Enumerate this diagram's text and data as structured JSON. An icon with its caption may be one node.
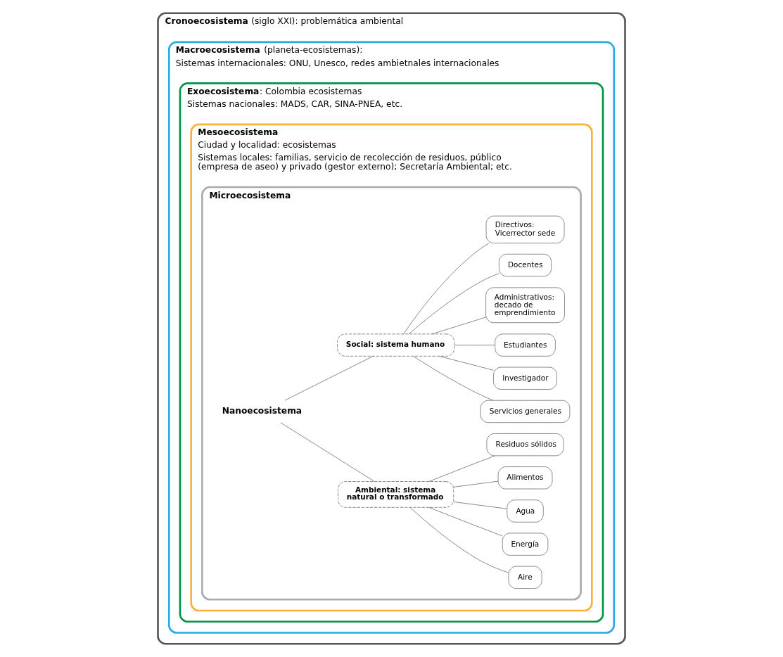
{
  "diagram": {
    "nodes": [
      {
        "text": [
          "**Cronoecosistema** (siglo XXI): problemática ambiental"
        ]
      },
      {
        "text": [
          "**Macroecosistema** (planeta-ecosistemas):",
          "Sistemas internacionales: ONU, Unesco, redes ambietnales internacionales"
        ],
        "in": 0
      },
      {
        "text": [
          "**Exoecosistema**: Colombia ecosistemas",
          "Sistemas nacionales: MADS, CAR, SINA-PNEA, etc."
        ],
        "in": 1
      },
      {
        "text": [
          "**Mesoecosistema**",
          "Ciudad y localidad: ecosistemas",
          "Sistemas locales: familias, servicio de recolección de residuos, público (empresa de aseo) y privado (gestor externo); Secretaría Ambiental; etc."
        ],
        "in": 2
      },
      {
        "text": [
          "**Microecosistema**"
        ],
        "in": 3
      },
      {
        "text": [
          "**Nanoecosistema**"
        ],
        "in": 4
      },
      {
        "text": [
          "**Social: sistema humano**"
        ],
        "in": 4
      },
      {
        "text": [
          "**Ambiental: sistema natural o transformado**"
        ],
        "in": 4
      },
      {
        "text": [
          "Directivos: Vicerrector sede"
        ],
        "in": 4
      },
      {
        "text": [
          "Docentes"
        ],
        "in": 4
      },
      {
        "text": [
          "Administrativos: decado de emprendimiento"
        ],
        "in": 4
      },
      {
        "text": [
          "Estudiantes"
        ],
        "in": 4
      },
      {
        "text": [
          "Investigador"
        ],
        "in": 4
      },
      {
        "text": [
          "Servicios generales"
        ],
        "in": 4
      },
      {
        "text": [
          "Residuos sólidos"
        ],
        "in": 4
      },
      {
        "text": [
          "Alimentos"
        ],
        "in": 4
      },
      {
        "text": [
          "Agua"
        ],
        "in": 4
      },
      {
        "text": [
          "Energía"
        ],
        "in": 4
      },
      {
        "text": [
          "Aire"
        ],
        "in": 4
      }
    ],
    "edges": [
      {
        "from": 5,
        "to": 6,
        "arrow": "none"
      },
      {
        "from": 5,
        "to": 7,
        "arrow": "none"
      },
      {
        "from": 6,
        "to": 8,
        "arrow": "none"
      },
      {
        "from": 6,
        "to": 9,
        "arrow": "none"
      },
      {
        "from": 6,
        "to": 10,
        "arrow": "none"
      },
      {
        "from": 6,
        "to": 11,
        "arrow": "none"
      },
      {
        "from": 6,
        "to": 12,
        "arrow": "none"
      },
      {
        "from": 6,
        "to": 13,
        "arrow": "none"
      },
      {
        "from": 7,
        "to": 14,
        "arrow": "none"
      },
      {
        "from": 7,
        "to": 15,
        "arrow": "none"
      },
      {
        "from": 7,
        "to": 16,
        "arrow": "none"
      },
      {
        "from": 7,
        "to": 17,
        "arrow": "none"
      },
      {
        "from": 7,
        "to": 18,
        "arrow": "none"
      }
    ]
  }
}
